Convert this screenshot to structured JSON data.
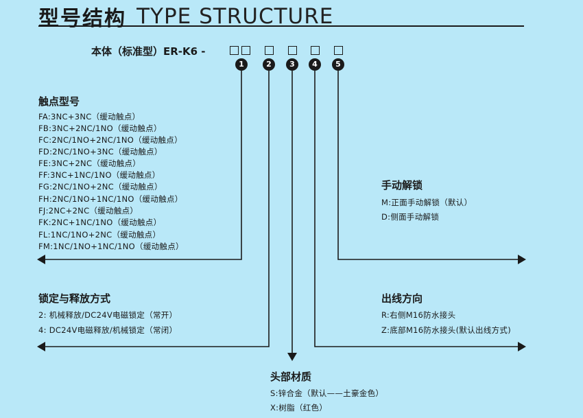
{
  "title": {
    "cn": "型号结构",
    "en": "TYPE STRUCTURE"
  },
  "model_code": "本体（标准型）ER-K6 -",
  "position_numbers": [
    "1",
    "2",
    "3",
    "4",
    "5"
  ],
  "contact_type": {
    "heading": "触点型号",
    "items": [
      "FA:3NC+3NC（缓动触点）",
      "FB:3NC+2NC/1NO（缓动触点）",
      "FC:2NC/1NO+2NC/1NO（缓动触点）",
      "FD:2NC/1NO+3NC（缓动触点）",
      "FE:3NC+2NC（缓动触点）",
      "FF:3NC+1NC/1NO（缓动触点）",
      "FG:2NC/1NO+2NC（缓动触点）",
      "FH:2NC/1NO+1NC/1NO（缓动触点）",
      "FJ:2NC+2NC（缓动触点）",
      "FK:2NC+1NC/1NO（缓动触点）",
      "FL:1NC/1NO+2NC（缓动触点）",
      "FM:1NC/1NO+1NC/1NO（缓动触点）"
    ]
  },
  "lock_release": {
    "heading": "锁定与释放方式",
    "items": [
      "2: 机械释放/DC24V电磁锁定（常开）",
      "4: DC24V电磁释放/机械锁定（常闭）"
    ]
  },
  "head_material": {
    "heading": "头部材质",
    "items": [
      "S:锌合金（默认——土豪金色）",
      "X:树脂（红色）"
    ]
  },
  "manual_unlock": {
    "heading": "手动解锁",
    "items": [
      "M:正面手动解锁（默认）",
      "D:侧面手动解锁"
    ]
  },
  "outlet_direction": {
    "heading": "出线方向",
    "items": [
      "R:右侧M16防水接头",
      "Z:底部M16防水接头(默认出线方式)"
    ]
  },
  "colors": {
    "background": "#b9e8f8",
    "ink": "#1a1a1a"
  }
}
